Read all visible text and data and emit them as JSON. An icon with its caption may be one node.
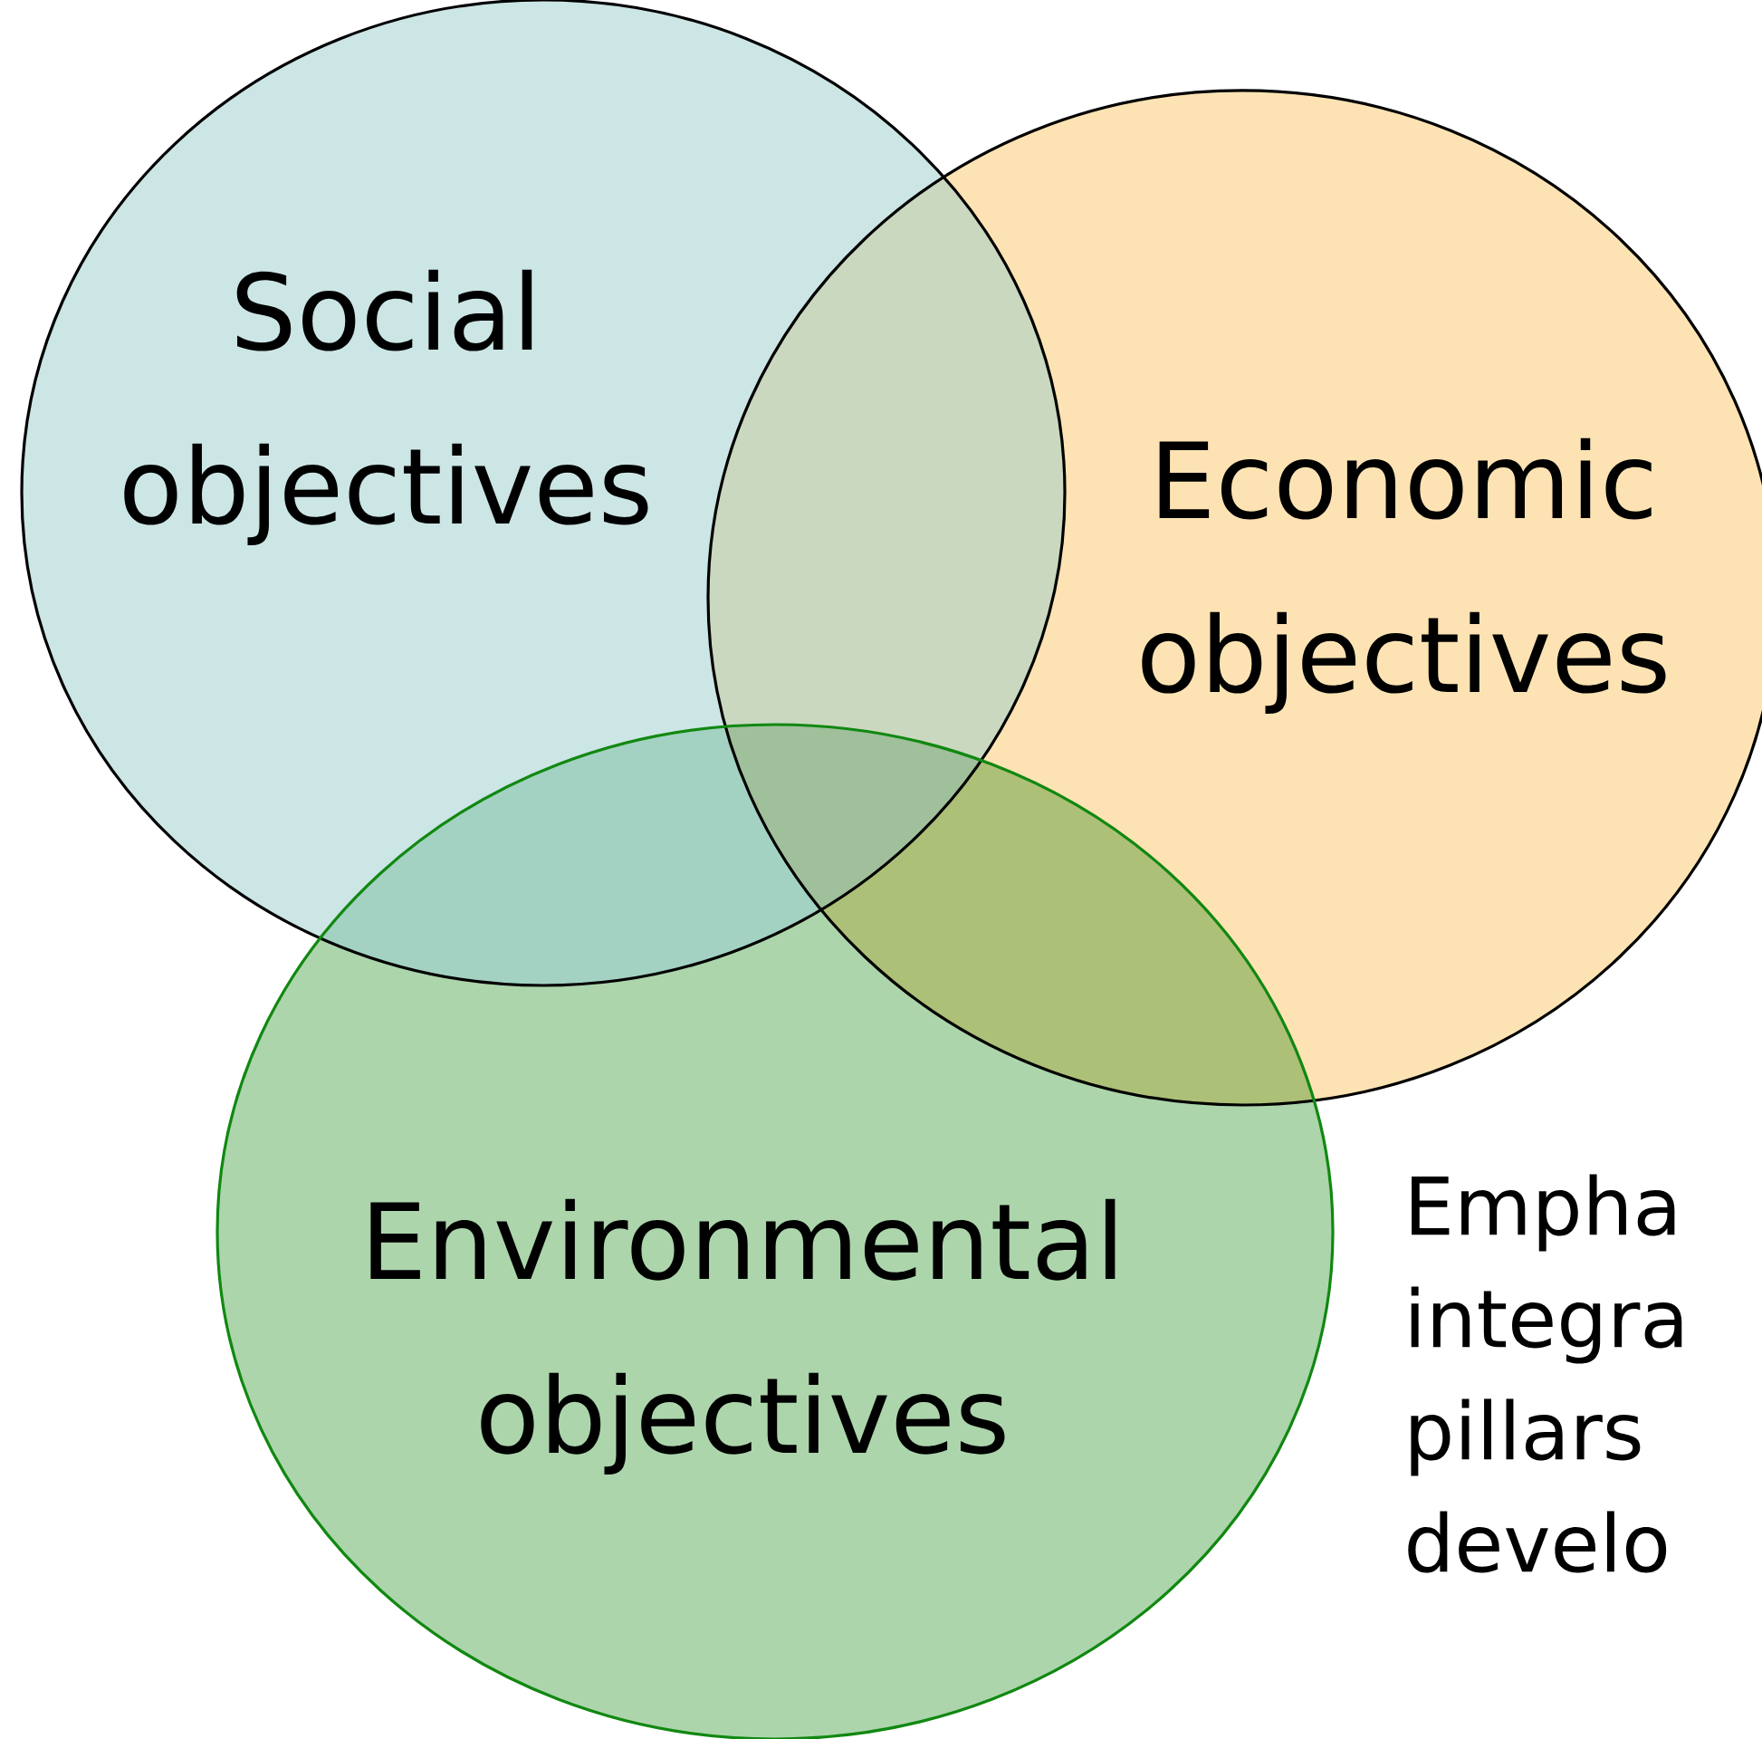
{
  "diagram": {
    "nodes": [
      {
        "text": [
          "Social objectives"
        ]
      },
      {
        "text": [
          "Economic objectives"
        ]
      },
      {
        "text": [
          "Environmental objectives"
        ]
      }
    ],
    "labels": [
      "Empha integra pillars develo"
    ]
  }
}
